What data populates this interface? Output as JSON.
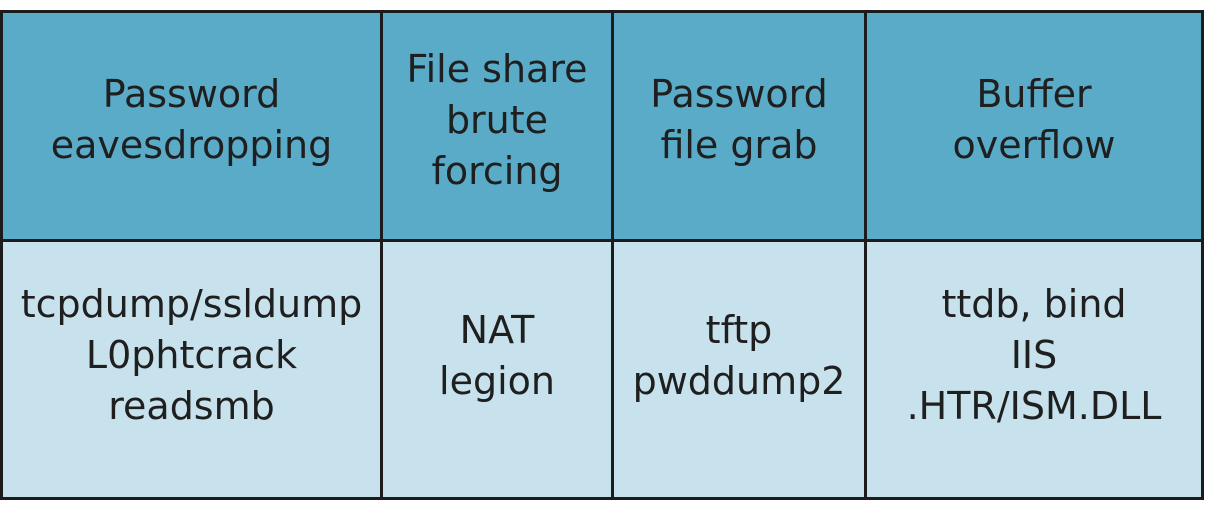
{
  "table": {
    "headers": [
      "Password\neavesdropping",
      "File share\nbrute\nforcing",
      "Password\nfile grab",
      "Buffer\noverflow"
    ],
    "tools": [
      "tcpdump/ssldump\nL0phtcrack\nreadsmb",
      "NAT\nlegion",
      "tftp\npwddump2",
      "ttdb, bind\nIIS\n.HTR/ISM.DLL"
    ]
  },
  "colors": {
    "header_bg": "#5aabc8",
    "body_bg": "#c7e2ed",
    "border": "#1c1c1c"
  }
}
